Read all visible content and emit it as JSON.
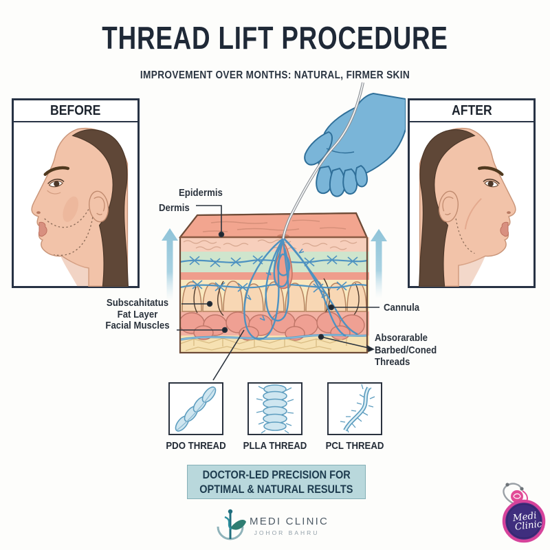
{
  "header": {
    "title": "THREAD LIFT PROCEDURE",
    "subtitle": "IMPROVEMENT OVER MONTHS: NATURAL, FIRMER SKIN"
  },
  "panels": {
    "before_label": "BEFORE",
    "after_label": "AFTER"
  },
  "diagram": {
    "labels": {
      "epidermis": "Epidermis",
      "dermis": "Dermis",
      "fat_line1": "Subscahitatus",
      "fat_line2": "Fat Layer",
      "muscles": "Facial Muscles",
      "cannula": "Cannula",
      "threads_line1": "Absorarable",
      "threads_line2": "Barbed/Coned",
      "threads_line3": "Threads"
    },
    "icons": [
      "up-arrow-icon",
      "gloved-hand-icon",
      "cannula-thread",
      "skin-cross-section"
    ]
  },
  "thread_types": [
    {
      "label": "PDO THREAD"
    },
    {
      "label": "PLLA THREAD"
    },
    {
      "label": "PCL THREAD"
    }
  ],
  "banner": {
    "line1": "DOCTOR-LED PRECISION FOR",
    "line2": "OPTIMAL & NATURAL RESULTS"
  },
  "footer": {
    "clinic_name": "MEDI CLINIC",
    "clinic_location": "JOHOR BAHRU"
  },
  "badge": {
    "line1": "Medi",
    "line2": "Clinic"
  },
  "colors": {
    "title_navy": "#1f2937",
    "glove_blue": "#7ab5d8",
    "thread_blue": "#4e92c1",
    "arrow_blue": "#8fc3d8",
    "banner_bg": "#b9d8dc",
    "skin_tone": "#f2c3a9",
    "badge_purple": "#3f2e7e",
    "badge_pink": "#d6439b",
    "logo_teal": "#2e8f9e"
  }
}
